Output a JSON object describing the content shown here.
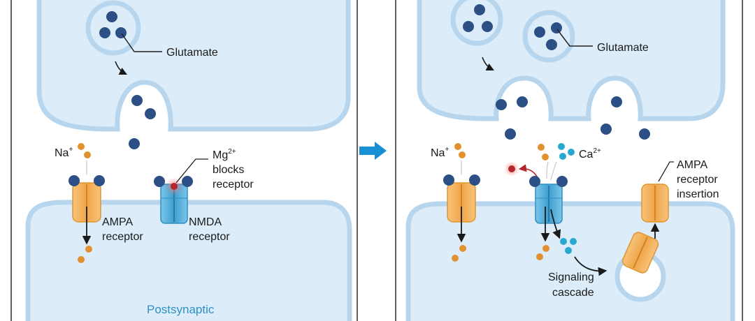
{
  "colors": {
    "membrane": "#b7d6ee",
    "fill": "#dcedf9",
    "panel_border": "#2d2d2d",
    "glutamate": "#2c4f86",
    "sodium": "#e1922f",
    "calcium": "#28a7cf",
    "magnesium": "#b3262e",
    "ampa": "#f4b25d",
    "nmda": "#58b2dc",
    "arrow": "#1a8fd3",
    "leader": "#222222"
  },
  "left_panel": {
    "glutamate_label": "Glutamate",
    "na_label_main": "Na",
    "na_label_sup": "+",
    "mg_label_main": "Mg",
    "mg_label_sup": "2+",
    "mg_line2": "blocks",
    "mg_line3": "receptor",
    "ampa_line1": "AMPA",
    "ampa_line2": "receptor",
    "nmda_line1": "NMDA",
    "nmda_line2": "receptor",
    "postsynaptic_label": "Postsynaptic"
  },
  "right_panel": {
    "glutamate_label": "Glutamate",
    "na_label_main": "Na",
    "na_label_sup": "+",
    "ca_label_main": "Ca",
    "ca_label_sup": "2+",
    "insertion_line1": "AMPA",
    "insertion_line2": "receptor",
    "insertion_line3": "insertion",
    "signaling_line1": "Signaling",
    "signaling_line2": "cascade"
  },
  "icons": {
    "between_panels": "right-arrow-icon"
  }
}
